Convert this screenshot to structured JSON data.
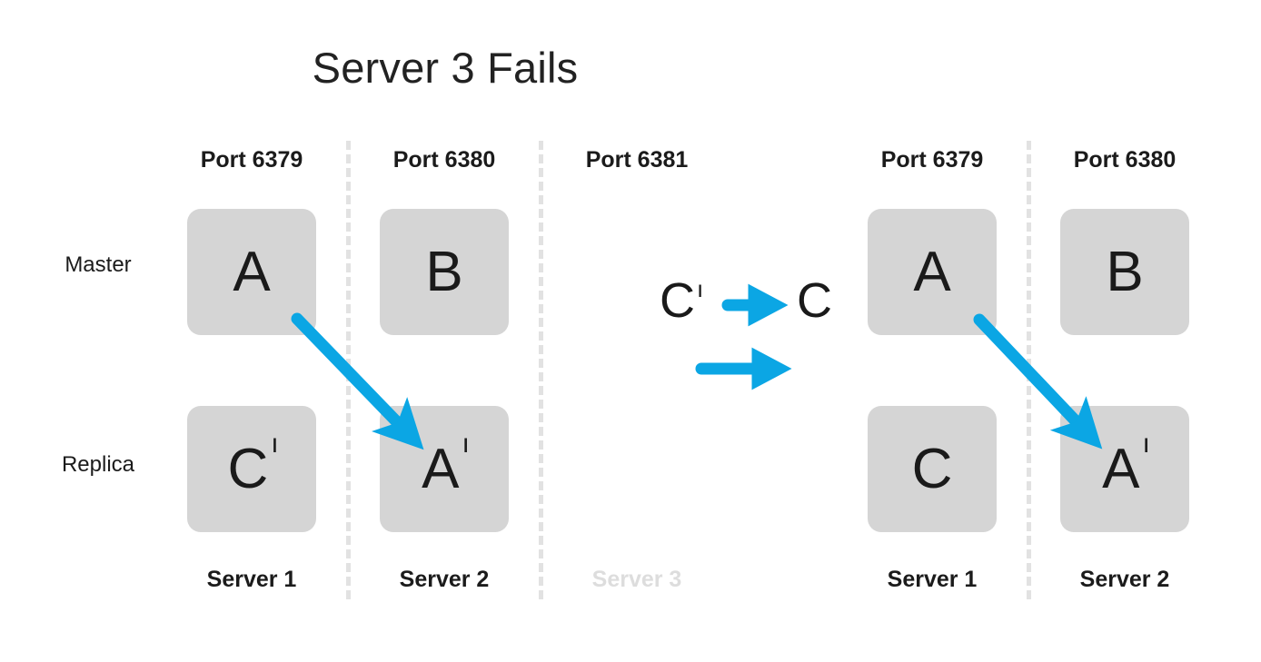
{
  "title": "Server 3 Fails",
  "colors": {
    "arrow_blue": "#0ba6e4",
    "node_fill": "#d5d5d5",
    "glyph": "#1a1a1a",
    "divider": "#e2e2e2",
    "faded_label": "#dddddd",
    "background": "#ffffff"
  },
  "row_labels": {
    "master": "Master",
    "replica": "Replica"
  },
  "left_cluster": {
    "caption": "before-failover",
    "columns": [
      {
        "port": "Port 6379",
        "server": "Server 1",
        "server_state": "alive",
        "master": {
          "letter": "A",
          "prime": ""
        },
        "replica": {
          "letter": "C",
          "prime": "ı"
        }
      },
      {
        "port": "Port 6380",
        "server": "Server 2",
        "server_state": "alive",
        "master": {
          "letter": "B",
          "prime": ""
        },
        "replica": {
          "letter": "A",
          "prime": "ı"
        }
      },
      {
        "port": "Port 6381",
        "server": "Server 3",
        "server_state": "failed",
        "master": null,
        "replica": null
      }
    ]
  },
  "transition": {
    "from_letter": "C",
    "from_prime": "ı",
    "arrow": "arrow-right",
    "to_letter": "C"
  },
  "right_cluster": {
    "caption": "after-failover",
    "columns": [
      {
        "port": "Port 6379",
        "server": "Server 1",
        "server_state": "alive",
        "master": {
          "letter": "A",
          "prime": ""
        },
        "replica": {
          "letter": "C",
          "prime": ""
        }
      },
      {
        "port": "Port 6380",
        "server": "Server 2",
        "server_state": "alive",
        "master": {
          "letter": "B",
          "prime": ""
        },
        "replica": {
          "letter": "A",
          "prime": "ı"
        }
      }
    ]
  },
  "replication_arrows": [
    {
      "name": "left-replication-arrow",
      "from": "A @ Server 1 master",
      "to": "A' @ Server 2 replica"
    },
    {
      "name": "right-replication-arrow",
      "from": "A @ Server 1 master",
      "to": "A' @ Server 2 replica"
    }
  ],
  "standalone_arrow": {
    "name": "promotion-arrow",
    "direction": "right"
  }
}
